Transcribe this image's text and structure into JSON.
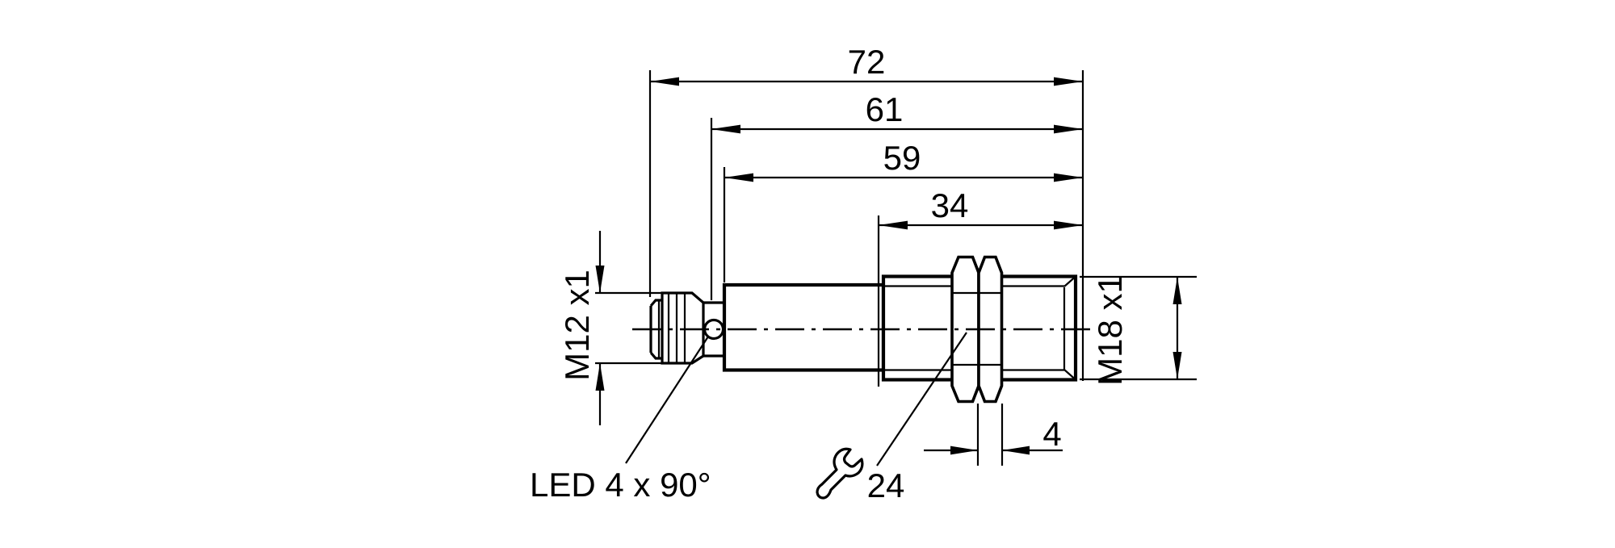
{
  "drawing": {
    "description": "Dimensional drawing of a cylindrical threaded sensor (side view) with M12 connector, M18 housing thread, lock nut and LED ring",
    "background_color": "#ffffff",
    "line_color": "#000000",
    "labels": {
      "dim_overall": "72",
      "dim_61": "61",
      "dim_59": "59",
      "dim_thread": "34",
      "dim_nut": "4",
      "wrench_size": "24",
      "connector_thread": "M12 x1",
      "sensor_thread": "M18 x1",
      "led_label": "LED 4 x 90°"
    },
    "dimensions_mm": {
      "overall_length": 72,
      "length_to_connector_shoulder": 61,
      "housing_length": 59,
      "thread_length": 34,
      "nut_width": 4,
      "wrench_size": 24
    },
    "icons": {
      "wrench": "open-end-wrench-icon"
    }
  }
}
